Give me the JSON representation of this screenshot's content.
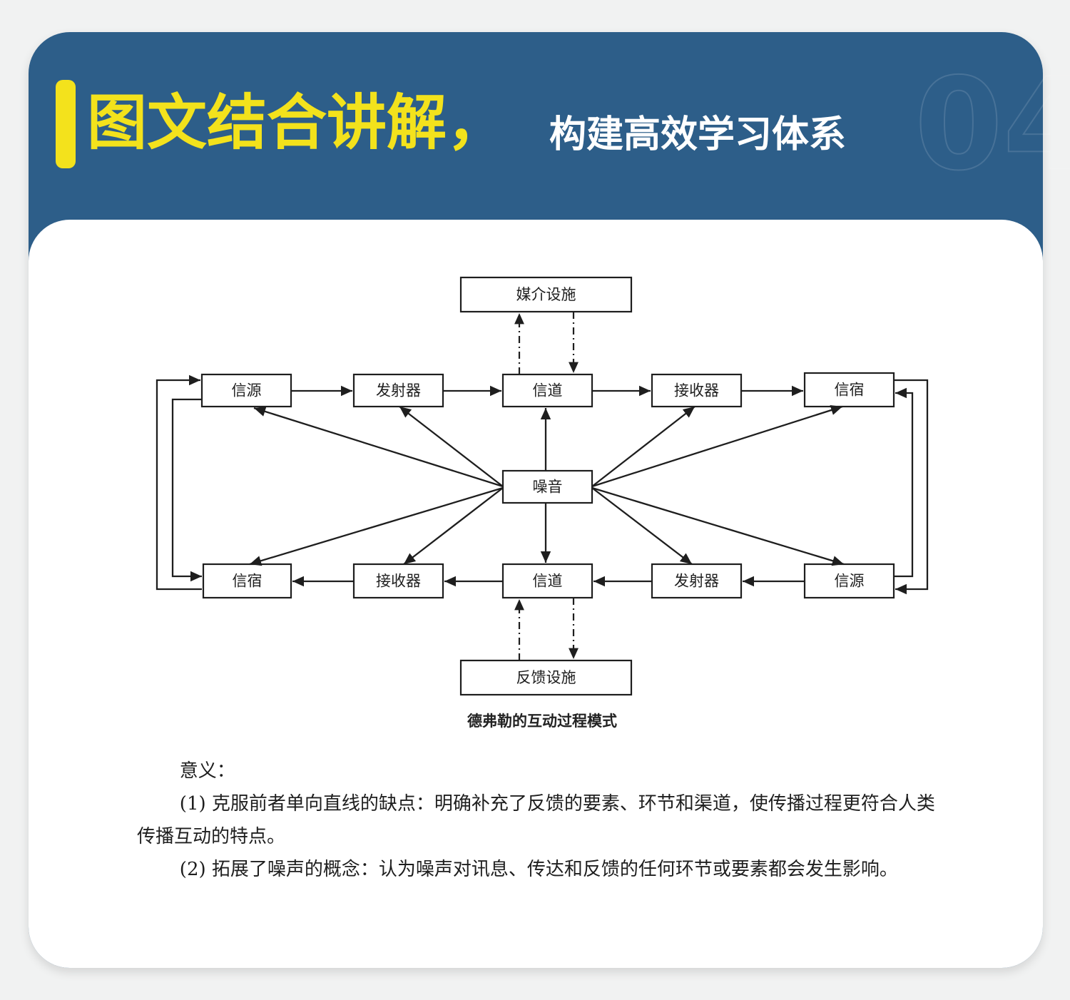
{
  "header": {
    "title_main": "图文结合讲解，",
    "title_sub": "构建高效学习体系",
    "watermark": "04"
  },
  "colors": {
    "header_bg": "#2d5e89",
    "accent": "#f3e21c",
    "card_bg": "#ffffff",
    "page_bg": "#f1f2f2"
  },
  "diagram": {
    "nodes": {
      "media": "媒介设施",
      "top_source": "信源",
      "top_transmitter": "发射器",
      "top_channel": "信道",
      "top_receiver": "接收器",
      "top_destination": "信宿",
      "noise": "噪音",
      "bottom_destination": "信宿",
      "bottom_receiver": "接收器",
      "bottom_channel": "信道",
      "bottom_transmitter": "发射器",
      "bottom_source": "信源",
      "feedback": "反馈设施"
    },
    "caption": "德弗勒的互动过程模式"
  },
  "meaning": {
    "heading": "意义：",
    "point1": "(1) 克服前者单向直线的缺点：明确补充了反馈的要素、环节和渠道，使传播过程更符合人类传播互动的特点。",
    "point2": "(2) 拓展了噪声的概念：认为噪声对讯息、传达和反馈的任何环节或要素都会发生影响。"
  }
}
